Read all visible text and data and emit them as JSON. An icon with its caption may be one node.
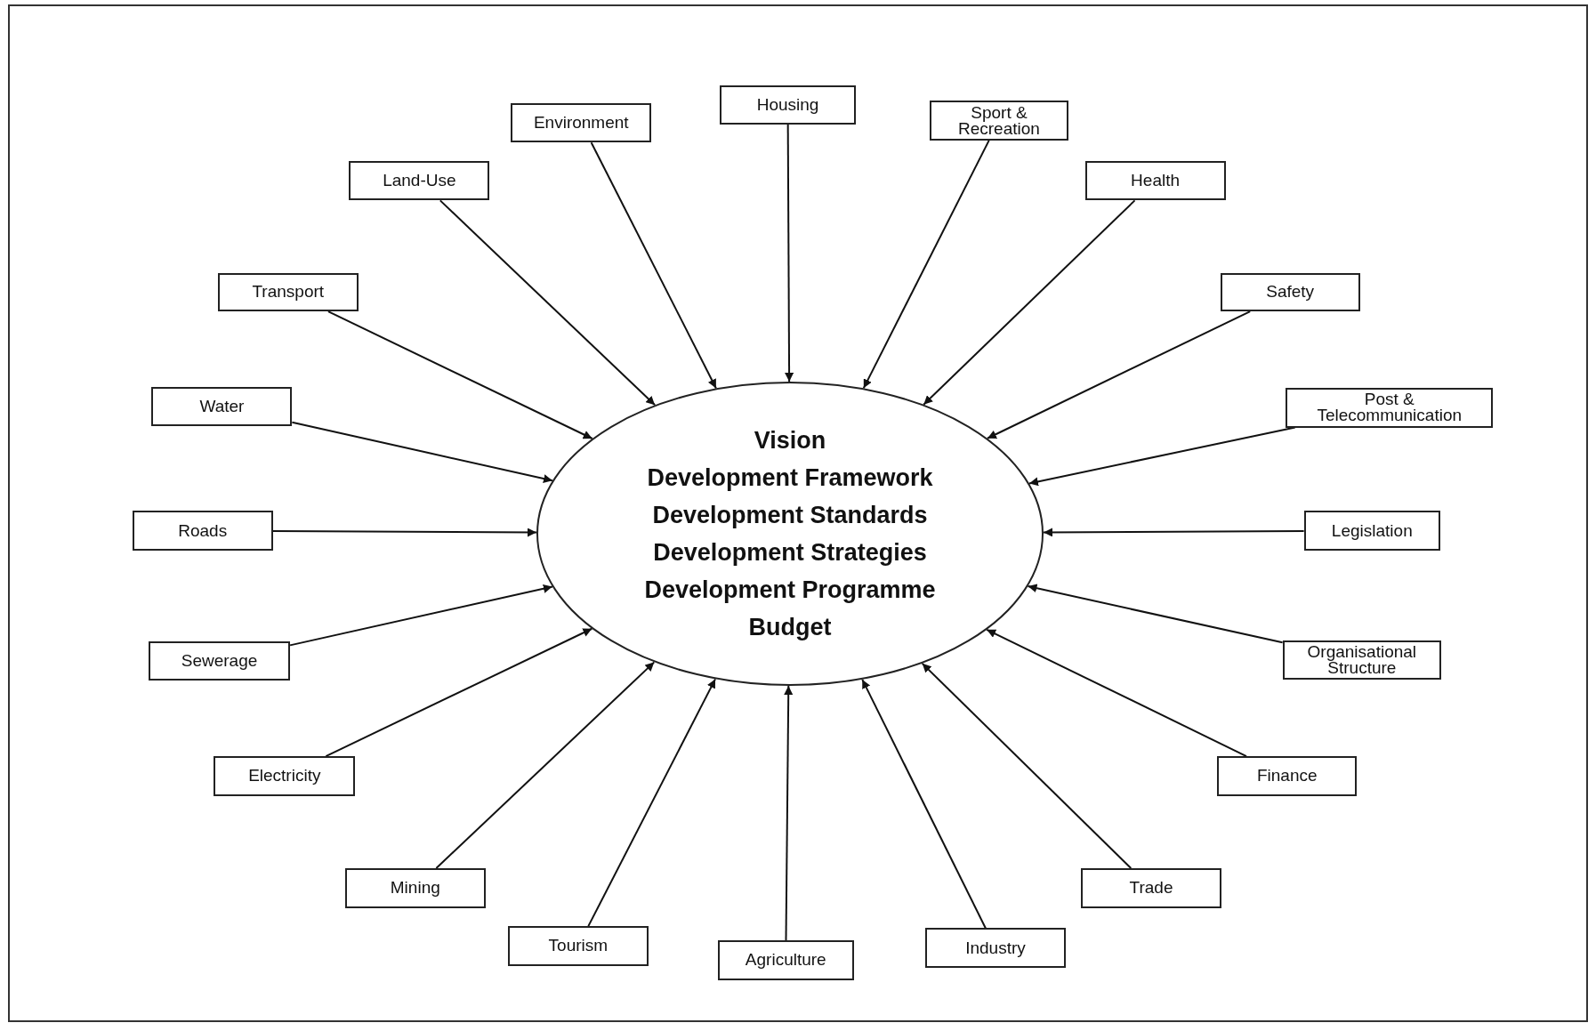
{
  "diagram": {
    "nodes": [
      {
        "text": [
          "Vision",
          "Development Framework",
          "Development Standards",
          "Development Strategies",
          "Development Programme",
          "Budget"
        ]
      },
      {
        "text": [
          "Housing"
        ]
      },
      {
        "text": [
          "Sport & Recreation"
        ]
      },
      {
        "text": [
          "Health"
        ]
      },
      {
        "text": [
          "Safety"
        ]
      },
      {
        "text": [
          "Post & Telecommunication"
        ]
      },
      {
        "text": [
          "Legislation"
        ]
      },
      {
        "text": [
          "Organisational Structure"
        ]
      },
      {
        "text": [
          "Finance"
        ]
      },
      {
        "text": [
          "Trade"
        ]
      },
      {
        "text": [
          "Industry"
        ]
      },
      {
        "text": [
          "Agriculture"
        ]
      },
      {
        "text": [
          "Tourism"
        ]
      },
      {
        "text": [
          "Mining"
        ]
      },
      {
        "text": [
          "Electricity"
        ]
      },
      {
        "text": [
          "Sewerage"
        ]
      },
      {
        "text": [
          "Roads"
        ]
      },
      {
        "text": [
          "Water"
        ]
      },
      {
        "text": [
          "Transport"
        ]
      },
      {
        "text": [
          "Land-Use"
        ]
      },
      {
        "text": [
          "Environment"
        ]
      }
    ],
    "edges": [
      {
        "from": 1,
        "to": 0,
        "arrow": "to"
      },
      {
        "from": 2,
        "to": 0,
        "arrow": "to"
      },
      {
        "from": 3,
        "to": 0,
        "arrow": "to"
      },
      {
        "from": 4,
        "to": 0,
        "arrow": "to"
      },
      {
        "from": 5,
        "to": 0,
        "arrow": "to"
      },
      {
        "from": 6,
        "to": 0,
        "arrow": "to"
      },
      {
        "from": 7,
        "to": 0,
        "arrow": "to"
      },
      {
        "from": 8,
        "to": 0,
        "arrow": "to"
      },
      {
        "from": 9,
        "to": 0,
        "arrow": "to"
      },
      {
        "from": 10,
        "to": 0,
        "arrow": "to"
      },
      {
        "from": 11,
        "to": 0,
        "arrow": "to"
      },
      {
        "from": 12,
        "to": 0,
        "arrow": "to"
      },
      {
        "from": 13,
        "to": 0,
        "arrow": "to"
      },
      {
        "from": 14,
        "to": 0,
        "arrow": "to"
      },
      {
        "from": 15,
        "to": 0,
        "arrow": "to"
      },
      {
        "from": 16,
        "to": 0,
        "arrow": "to"
      },
      {
        "from": 17,
        "to": 0,
        "arrow": "to"
      },
      {
        "from": 18,
        "to": 0,
        "arrow": "to"
      },
      {
        "from": 19,
        "to": 0,
        "arrow": "to"
      },
      {
        "from": 20,
        "to": 0,
        "arrow": "to"
      }
    ]
  }
}
